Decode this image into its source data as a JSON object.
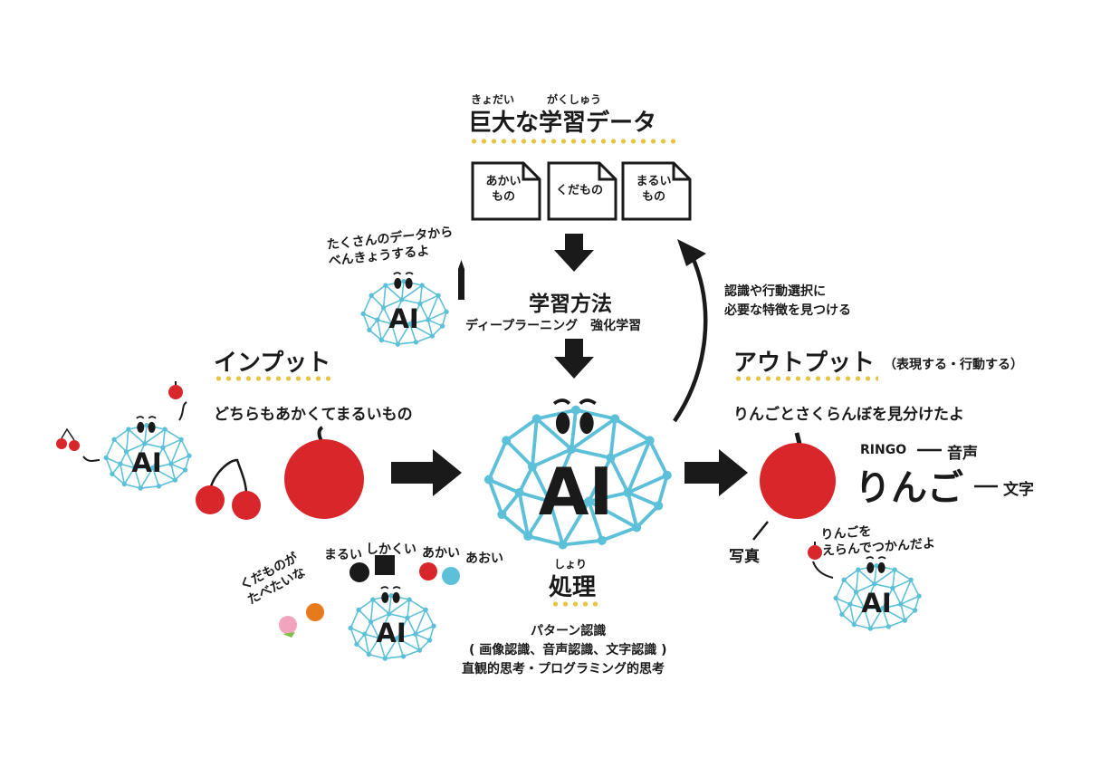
{
  "data": {
    "ruby": "きょだい",
    "ruby2": "がくしゅう",
    "title": "巨大な学習データ",
    "docs": [
      {
        "line1": "あかい",
        "line2": "もの"
      },
      {
        "line1": "くだもの",
        "line2": ""
      },
      {
        "line1": "まるい",
        "line2": "もの"
      }
    ]
  },
  "learning": {
    "title": "学習方法",
    "methods": "ディープラーニング　強化学習"
  },
  "feedback": {
    "line1": "認識や行動選択に",
    "line2": "必要な特徴を見つける"
  },
  "study_robot": {
    "line1": "たくさんのデータから",
    "line2": "べんきょうするよ"
  },
  "input": {
    "title": "インプット",
    "desc": "どちらもあかくてまるいもの"
  },
  "output": {
    "title": "アウトプット",
    "title_note": "（表現する・行動する）",
    "desc": "りんごとさくらんぼを見分けたよ",
    "romaji": "RINGO",
    "voice": "音声",
    "word": "りんご",
    "text": "文字",
    "photo": "写真",
    "grab_line1": "りんごを",
    "grab_line2": "えらんでつかんだよ"
  },
  "center_ai": {
    "label": "AI"
  },
  "robot_label": "AI",
  "process": {
    "ruby": "しょり",
    "title": "処理",
    "line1": "パターン認識",
    "line2": "( 画像認識、音声認識、文字認識 )",
    "line3": "直観的思考・プログラミング的思考"
  },
  "bottom_robot": {
    "round": "まるい",
    "square": "しかくい",
    "red": "あかい",
    "blue": "あおい",
    "fruit_line1": "くだものが",
    "fruit_line2": "たべたいな"
  },
  "colors": {
    "mesh": "#5bc0d8",
    "apple": "#d8262a",
    "dots": "#e8c440",
    "ink": "#1a1a1a",
    "orange": "#e87a1e",
    "peach": "#f2a3bd",
    "blue_dot": "#5bc0d8"
  }
}
